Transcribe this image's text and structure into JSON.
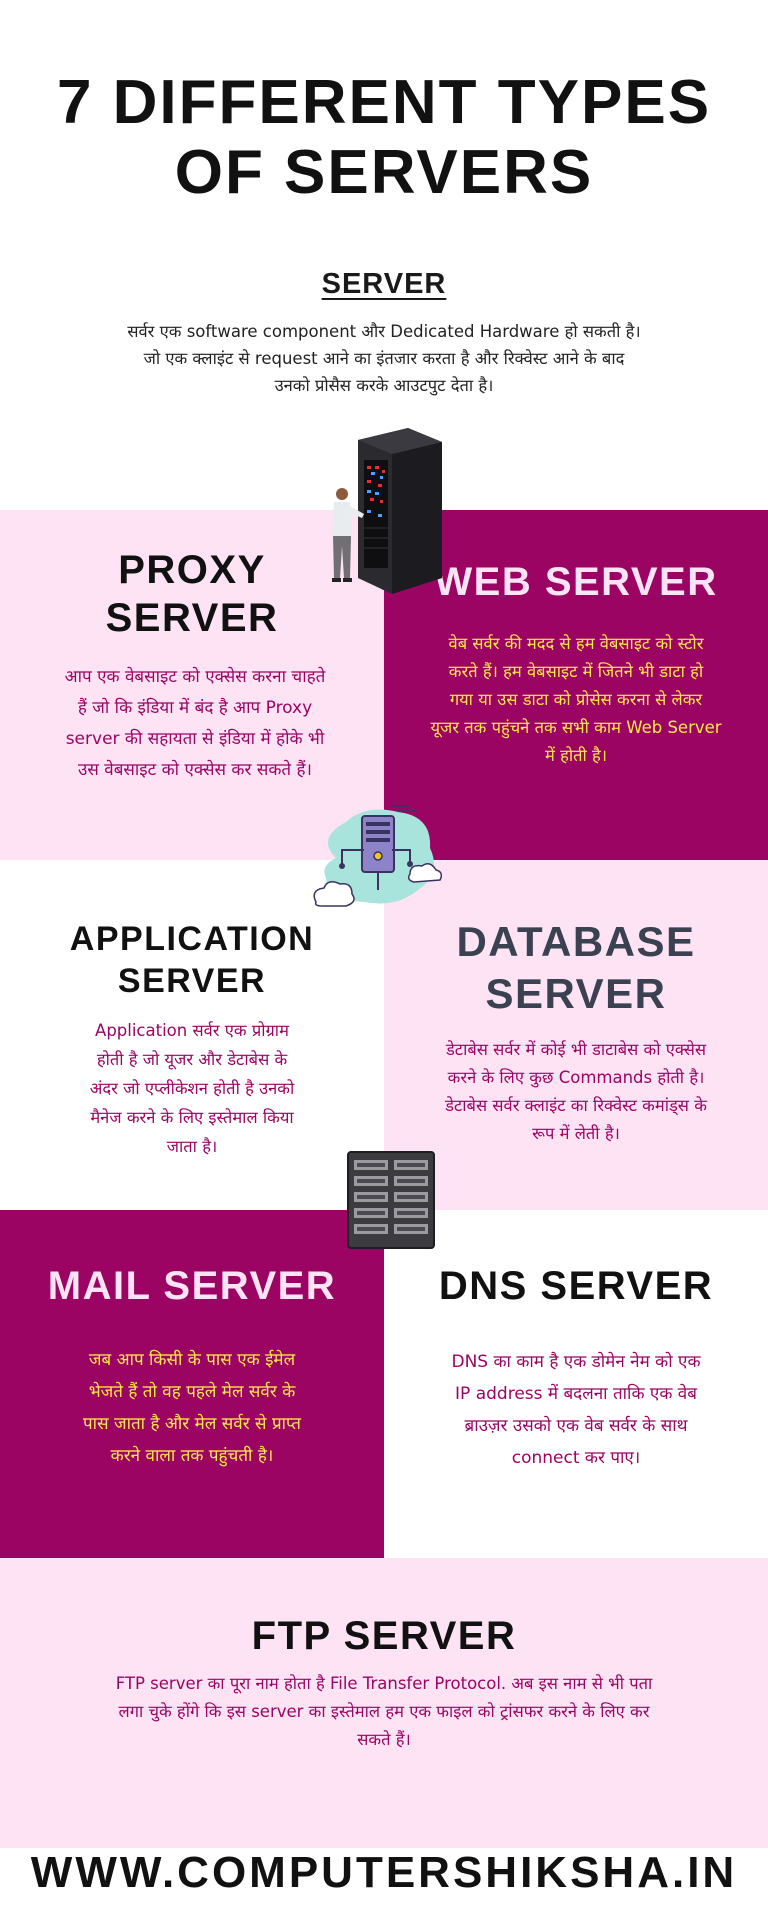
{
  "title_line1": "7 DIFFERENT TYPES",
  "title_line2": "OF SERVERS",
  "server": {
    "heading": "SERVER",
    "line1": "सर्वर एक software component और Dedicated Hardware हो सकती है।",
    "line2": "जो एक क्लाइंट से request आने का इंतजार करता है और रिक्वेस्ट आने के बाद",
    "line3": "उनको प्रोसैस करके आउटपुट देता है।"
  },
  "proxy": {
    "heading1": "PROXY",
    "heading2": "SERVER",
    "lines": [
      "आप एक वेबसाइट को एक्सेस करना चाहते",
      "हैं जो कि इंडिया में बंद है आप Proxy",
      "server की सहायता से इंडिया में होके भी",
      "उस वेबसाइट को एक्सेस कर सकते हैं।"
    ]
  },
  "web": {
    "heading": "WEB SERVER",
    "lines": [
      "वेब सर्वर की मदद से हम वेबसाइट को स्टोर",
      "करते हैं। हम वेबसाइट में जितने भी डाटा हो",
      "गया या उस डाटा को प्रोसेस करना से लेकर",
      "यूजर तक पहुंचने तक सभी काम Web Server",
      "में होती है।"
    ]
  },
  "application": {
    "heading1": "APPLICATION",
    "heading2": "SERVER",
    "lines": [
      "Application सर्वर एक प्रोग्राम",
      "होती है जो यूजर और डेटाबेस के",
      "अंदर जो एप्लीकेशन होती है उनको",
      "मैनेज करने के लिए इस्तेमाल किया",
      "जाता है।"
    ]
  },
  "database": {
    "heading1": "DATABASE",
    "heading2": "SERVER",
    "lines": [
      "डेटाबेस सर्वर में कोई भी डाटाबेस को एक्सेस",
      "करने के लिए कुछ Commands होती है।",
      "डेटाबेस सर्वर क्लाइंट का रिक्वेस्ट कमांड्स के",
      "रूप में लेती है।"
    ]
  },
  "mail": {
    "heading": "MAIL SERVER",
    "lines": [
      "जब आप किसी के पास एक ईमेल",
      "भेजते हैं तो वह पहले मेल सर्वर के",
      "पास जाता है और मेल सर्वर से प्राप्त",
      "करने वाला तक पहुंचती है।"
    ]
  },
  "dns": {
    "heading": "DNS SERVER",
    "lines": [
      "DNS का काम है एक डोमेन नेम को एक",
      "IP address में बदलना ताकि एक वेब",
      "ब्राउज़र उसको एक वेब सर्वर के साथ",
      "connect कर पाए।"
    ]
  },
  "ftp": {
    "heading": "FTP SERVER",
    "lines": [
      "FTP server का पूरा नाम होता है File Transfer Protocol. अब इस नाम से भी पता",
      "लगा चुके होंगे कि इस server का इस्तेमाल हम एक फाइल को ट्रांसफर करने के लिए कर",
      "सकते हैं।"
    ]
  },
  "footer": "WWW.COMPUTERSHIKSHA.IN",
  "colors": {
    "pink": "#fde3f4",
    "plum": "#9b0463",
    "yellow": "#ffe94a",
    "magenta_text": "#9b0463",
    "slate": "#3a4150"
  }
}
